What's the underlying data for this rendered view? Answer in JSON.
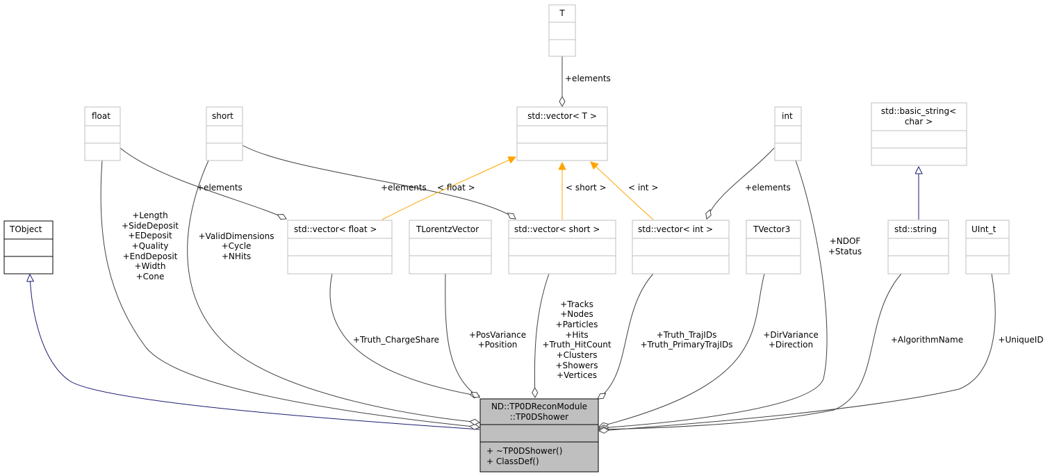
{
  "diagram": {
    "type": "doxygen-collaboration-graph",
    "main_class": {
      "title_line1": "ND::TP0DReconModule",
      "title_line2": "::TP0DShower",
      "methods": [
        "+ ~TP0DShower()",
        "+ ClassDef()"
      ]
    },
    "classes": {
      "T": "T",
      "vector_T": "std::vector< T >",
      "float": "float",
      "short": "short",
      "int": "int",
      "basic_string_l1": "std::basic_string<",
      "basic_string_l2": "char >",
      "TObject": "TObject",
      "vector_float": "std::vector< float >",
      "TLorentzVector": "TLorentzVector",
      "vector_short": "std::vector< short >",
      "vector_int": "std::vector< int >",
      "TVector3": "TVector3",
      "string": "std::string",
      "UInt_t": "UInt_t"
    },
    "edge_labels": {
      "T_elements": "+elements",
      "float_elements": "+elements",
      "short_elements": "+elements",
      "int_elements": "+elements",
      "tmpl_float": "< float >",
      "tmpl_short": "< short >",
      "tmpl_int": "< int >",
      "float_members": [
        "+Length",
        "+SideDeposit",
        "+EDeposit",
        "+Quality",
        "+EndDeposit",
        "+Width",
        "+Cone"
      ],
      "short_members": [
        "+ValidDimensions",
        "+Cycle",
        "+NHits"
      ],
      "int_members": [
        "+NDOF",
        "+Status"
      ],
      "vector_float_members": [
        "+Truth_ChargeShare"
      ],
      "lorentz_members": [
        "+PosVariance",
        "+Position"
      ],
      "vector_short_members": [
        "+Tracks",
        "+Nodes",
        "+Particles",
        "+Hits",
        "+Truth_HitCount",
        "+Clusters",
        "+Showers",
        "+Vertices"
      ],
      "vector_int_members": [
        "+Truth_TrajIDs",
        "+Truth_PrimaryTrajIDs"
      ],
      "tvector3_members": [
        "+DirVariance",
        "+Direction"
      ],
      "string_members": [
        "+AlgorithmName"
      ],
      "uint_members": [
        "+UniqueID"
      ]
    },
    "colors": {
      "inheritance_edge": "#191970",
      "template_edge": "#ffa500",
      "usage_edge": "#404040",
      "main_fill": "#bfbfbf",
      "box_border_gray": "#bfbfbf",
      "box_border_dark": "#000000"
    }
  }
}
